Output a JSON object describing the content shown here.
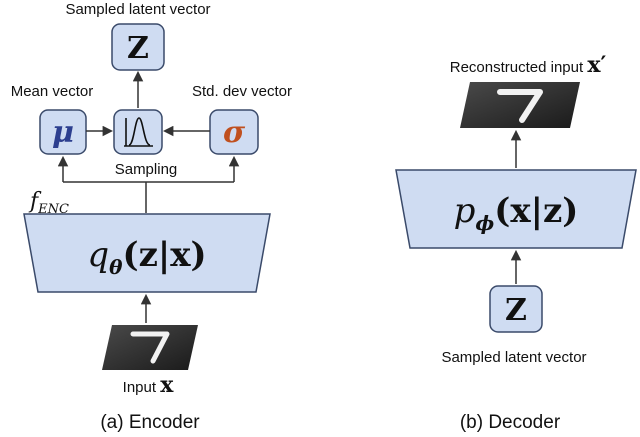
{
  "encoder": {
    "top_caption": "Sampled latent vector",
    "z_symbol": "Z",
    "mean_caption": "Mean vector",
    "mu_symbol": "μ",
    "std_caption": "Std. dev vector",
    "sigma_symbol": "σ",
    "sampling_caption": "Sampling",
    "fenc_label": "f",
    "fenc_sub": "ENC",
    "network_label": "q",
    "network_sub": "θ",
    "network_args": "(z|x)",
    "input_caption": "Input",
    "input_symbol": "x",
    "panel_caption": "(a) Encoder"
  },
  "decoder": {
    "output_caption": "Reconstructed input",
    "output_symbol": "x′",
    "network_label": "p",
    "network_sub": "ϕ",
    "network_args": "(x|z)",
    "z_symbol": "Z",
    "bottom_caption": "Sampled latent vector",
    "panel_caption": "(b) Decoder"
  },
  "colors": {
    "box_fill": "#cfdcf2",
    "box_stroke": "#3a4a6a",
    "mu_color": "#2d3f8f",
    "sigma_color": "#c0501f"
  }
}
